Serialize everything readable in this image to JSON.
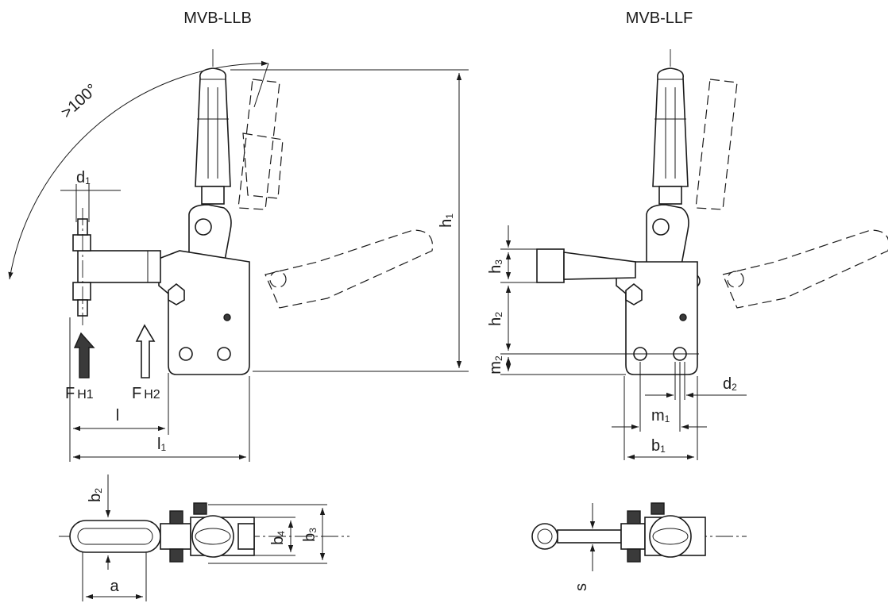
{
  "titles": {
    "left": "MVB-LLB",
    "right": "MVB-LLF"
  },
  "angle_label": ">100°",
  "dimensions": {
    "d1": {
      "main": "d",
      "sub": "1"
    },
    "d2": {
      "main": "d",
      "sub": "2"
    },
    "h1": {
      "main": "h",
      "sub": "1"
    },
    "h2": {
      "main": "h",
      "sub": "2"
    },
    "h3": {
      "main": "h",
      "sub": "3"
    },
    "m1": {
      "main": "m",
      "sub": "1"
    },
    "m2": {
      "main": "m",
      "sub": "2"
    },
    "b1": {
      "main": "b",
      "sub": "1"
    },
    "b2": {
      "main": "b",
      "sub": "2"
    },
    "b3": {
      "main": "b",
      "sub": "3"
    },
    "b4": {
      "main": "b",
      "sub": "4"
    },
    "l": {
      "main": "l"
    },
    "l1": {
      "main": "l",
      "sub": "1"
    },
    "a": {
      "main": "a"
    },
    "s": {
      "main": "s"
    }
  },
  "forces": {
    "fh1": {
      "main": "F",
      "sub": "H1"
    },
    "fh2": {
      "main": "F",
      "sub": "H2"
    }
  }
}
